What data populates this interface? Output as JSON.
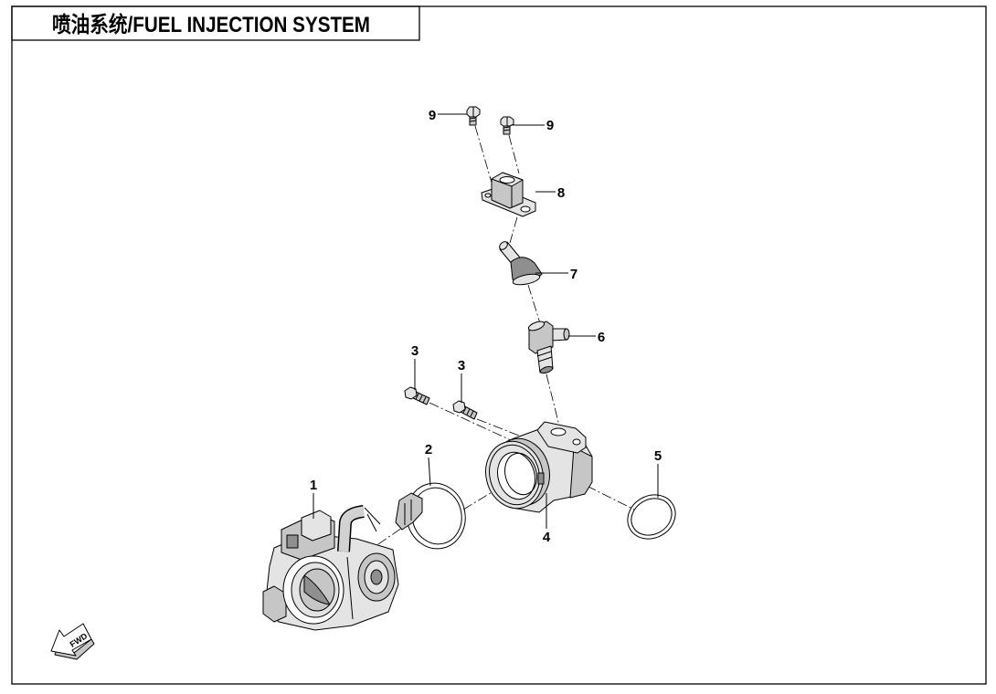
{
  "title": "喷油系统/FUEL INJECTION SYSTEM",
  "callouts": {
    "part1": "1",
    "part2": "2",
    "part3a": "3",
    "part3b": "3",
    "part4": "4",
    "part5": "5",
    "part6": "6",
    "part7": "7",
    "part8": "8",
    "part9a": "9",
    "part9b": "9"
  },
  "fwd_label": "FWD",
  "icons": {
    "direction": "fwd-arrow-icon"
  },
  "colors": {
    "line": "#000000",
    "light_fill": "#e4e4e4",
    "mid_fill": "#c6c6c6",
    "dark_fill": "#8f8f8f",
    "background": "#ffffff"
  }
}
